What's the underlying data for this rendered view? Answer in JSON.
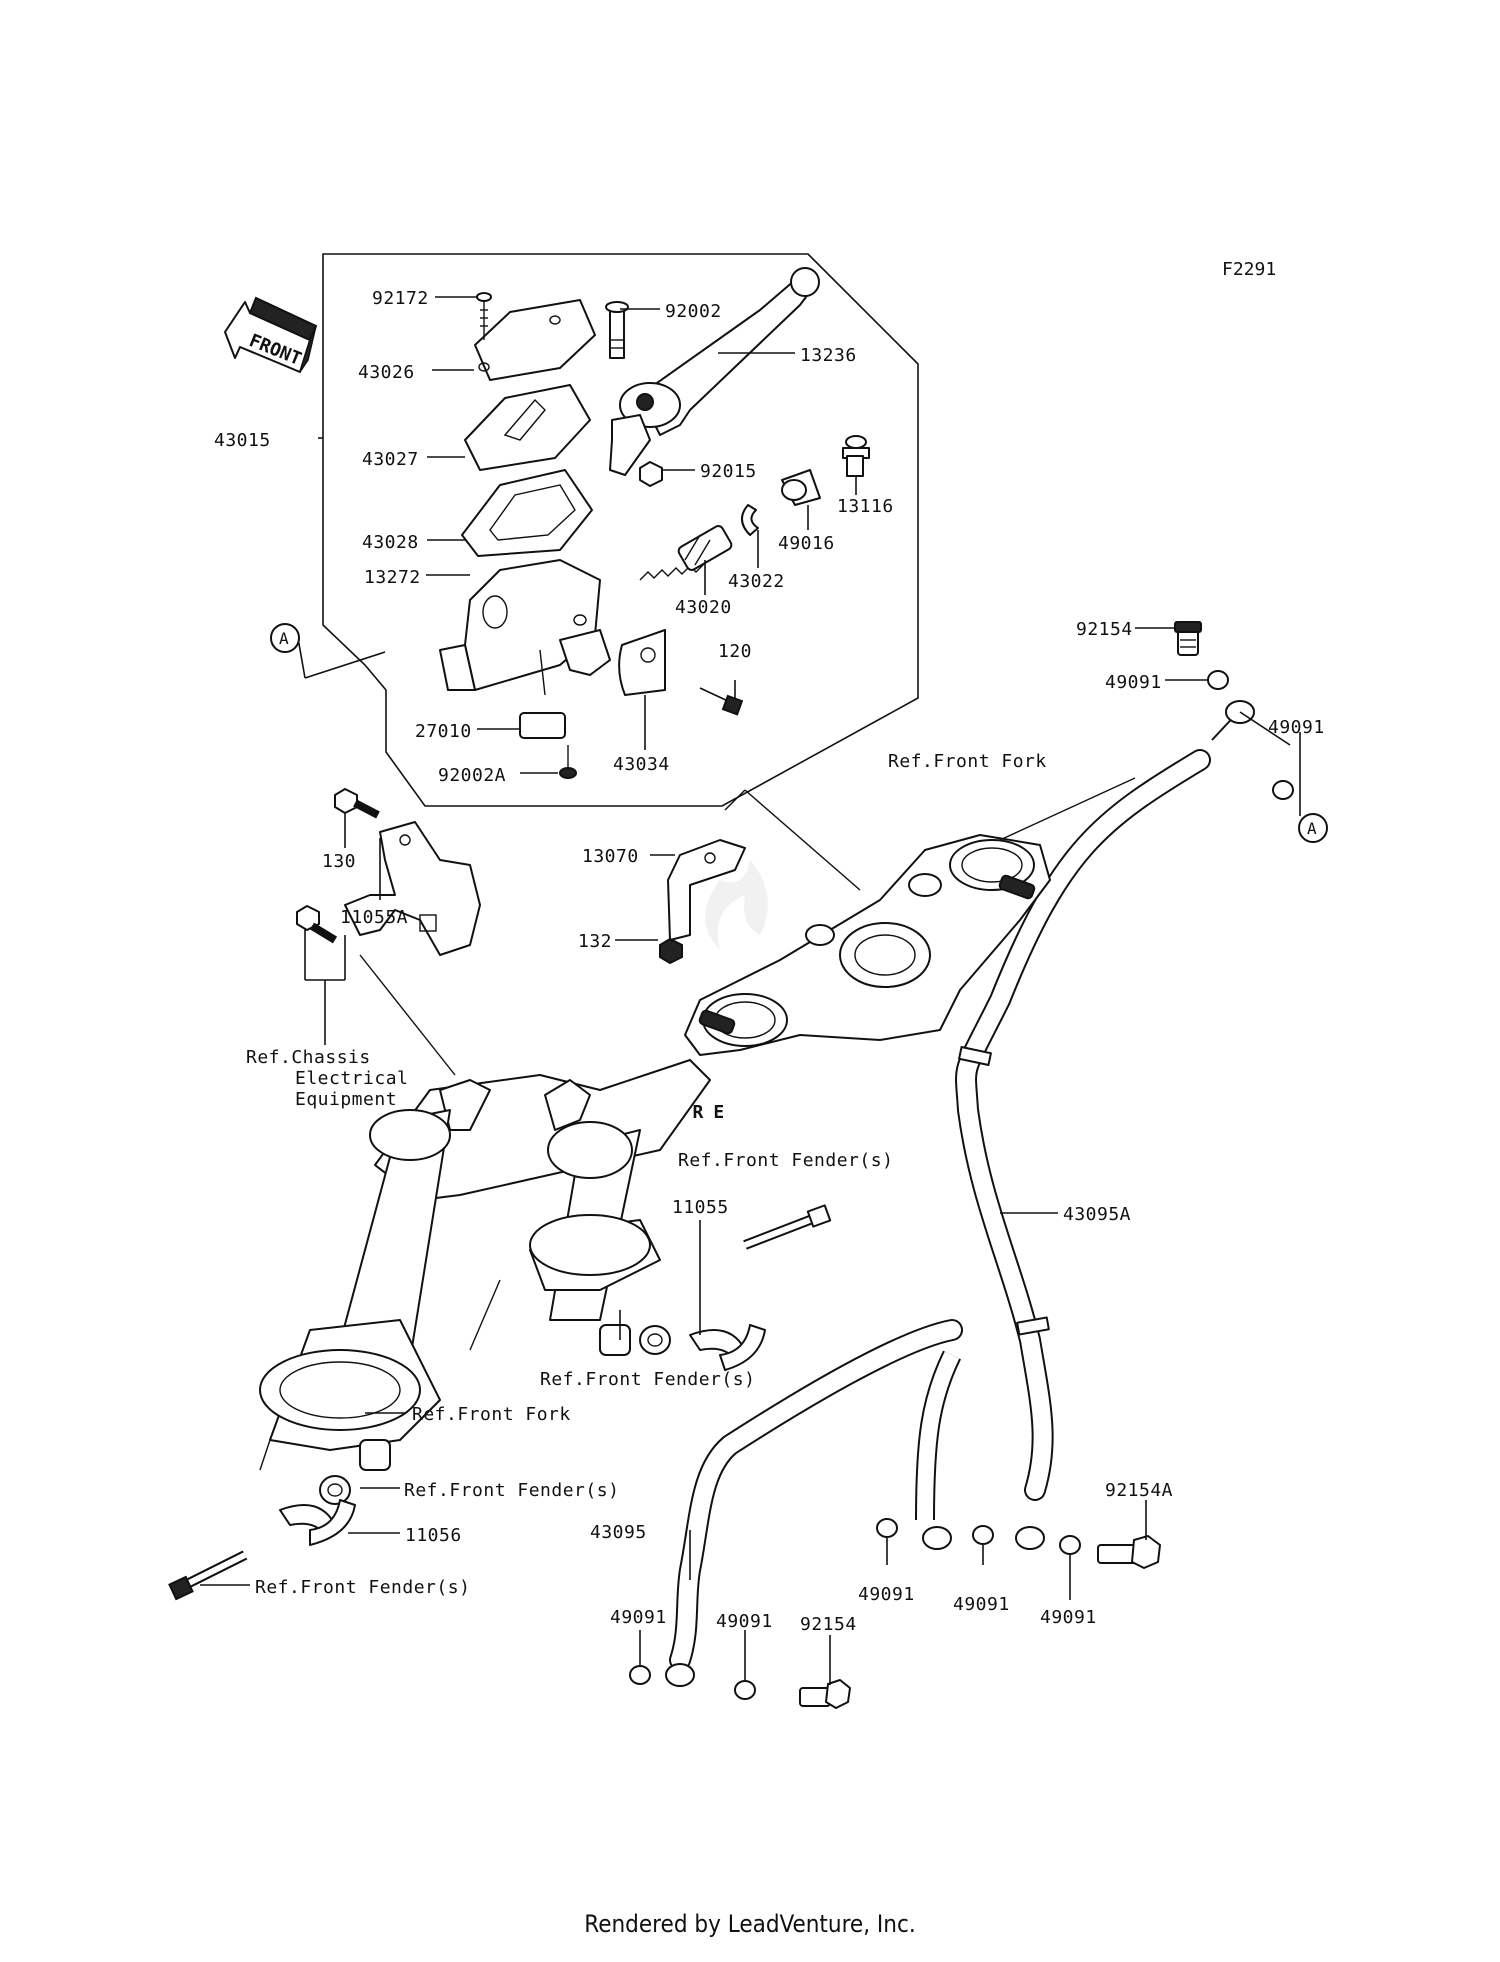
{
  "figure_code": "F2291",
  "watermark": "LEADVENTURE",
  "front_label": "FRONT",
  "callout_a": "A",
  "footer": "Rendered by LeadVenture, Inc.",
  "parts": {
    "p92172": "92172",
    "p43026": "43026",
    "p43015": "43015",
    "p43027": "43027",
    "p43028": "43028",
    "p13272": "13272",
    "p27010": "27010",
    "p92002A": "92002A",
    "p92002": "92002",
    "p13236": "13236",
    "p92015": "92015",
    "p13116": "13116",
    "p49016": "49016",
    "p43022": "43022",
    "p43020": "43020",
    "p120": "120",
    "p43034": "43034",
    "p92154_top": "92154",
    "p49091_a": "49091",
    "p49091_b": "49091",
    "p130": "130",
    "p11055A": "11055A",
    "p13070": "13070",
    "p132": "132",
    "p11055": "11055",
    "p43095A": "43095A",
    "p11056": "11056",
    "p43095": "43095",
    "p49091_c": "49091",
    "p49091_d": "49091",
    "p49091_e": "49091",
    "p49091_f": "49091",
    "p49091_g": "49091",
    "p92154_bottom": "92154",
    "p92154A": "92154A"
  },
  "refs": {
    "front_fork_top": "Ref.Front Fork",
    "chassis_line1": "Ref.Chassis",
    "chassis_line2": "Electrical",
    "chassis_line3": "Equipment",
    "front_fender_1": "Ref.Front Fender(s)",
    "front_fender_2": "Ref.Front Fender(s)",
    "front_fork_bottom": "Ref.Front Fork",
    "front_fender_3": "Ref.Front Fender(s)",
    "front_fender_4": "Ref.Front Fender(s)"
  }
}
